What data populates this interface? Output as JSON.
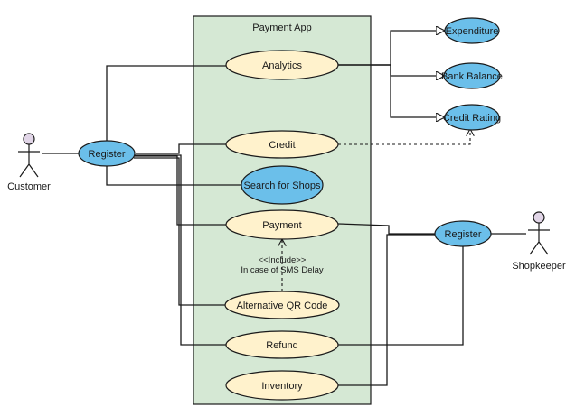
{
  "system": {
    "title": "Payment App"
  },
  "actors": {
    "customer": "Customer",
    "shopkeeper": "Shopkeeper"
  },
  "use_cases": {
    "analytics": "Analytics",
    "credit": "Credit",
    "search_for_shops": "Search for Shops",
    "payment": "Payment",
    "alternative_qr_code": "Alternative QR Code",
    "refund": "Refund",
    "inventory": "Inventory",
    "register_customer": "Register",
    "register_shopkeeper": "Register",
    "expenditure": "Expenditure",
    "bank_balance": "Bank Balance",
    "credit_rating": "Credit Rating"
  },
  "relations": {
    "include_stereotype": "<<Include>>",
    "include_condition": "In case of SMS Delay"
  },
  "colors": {
    "boundary_fill": "#d5e8d4",
    "use_case_fill": "#fff2cc",
    "highlight_fill": "#6bbfea",
    "actor_head_fill": "#e1d5e7"
  }
}
